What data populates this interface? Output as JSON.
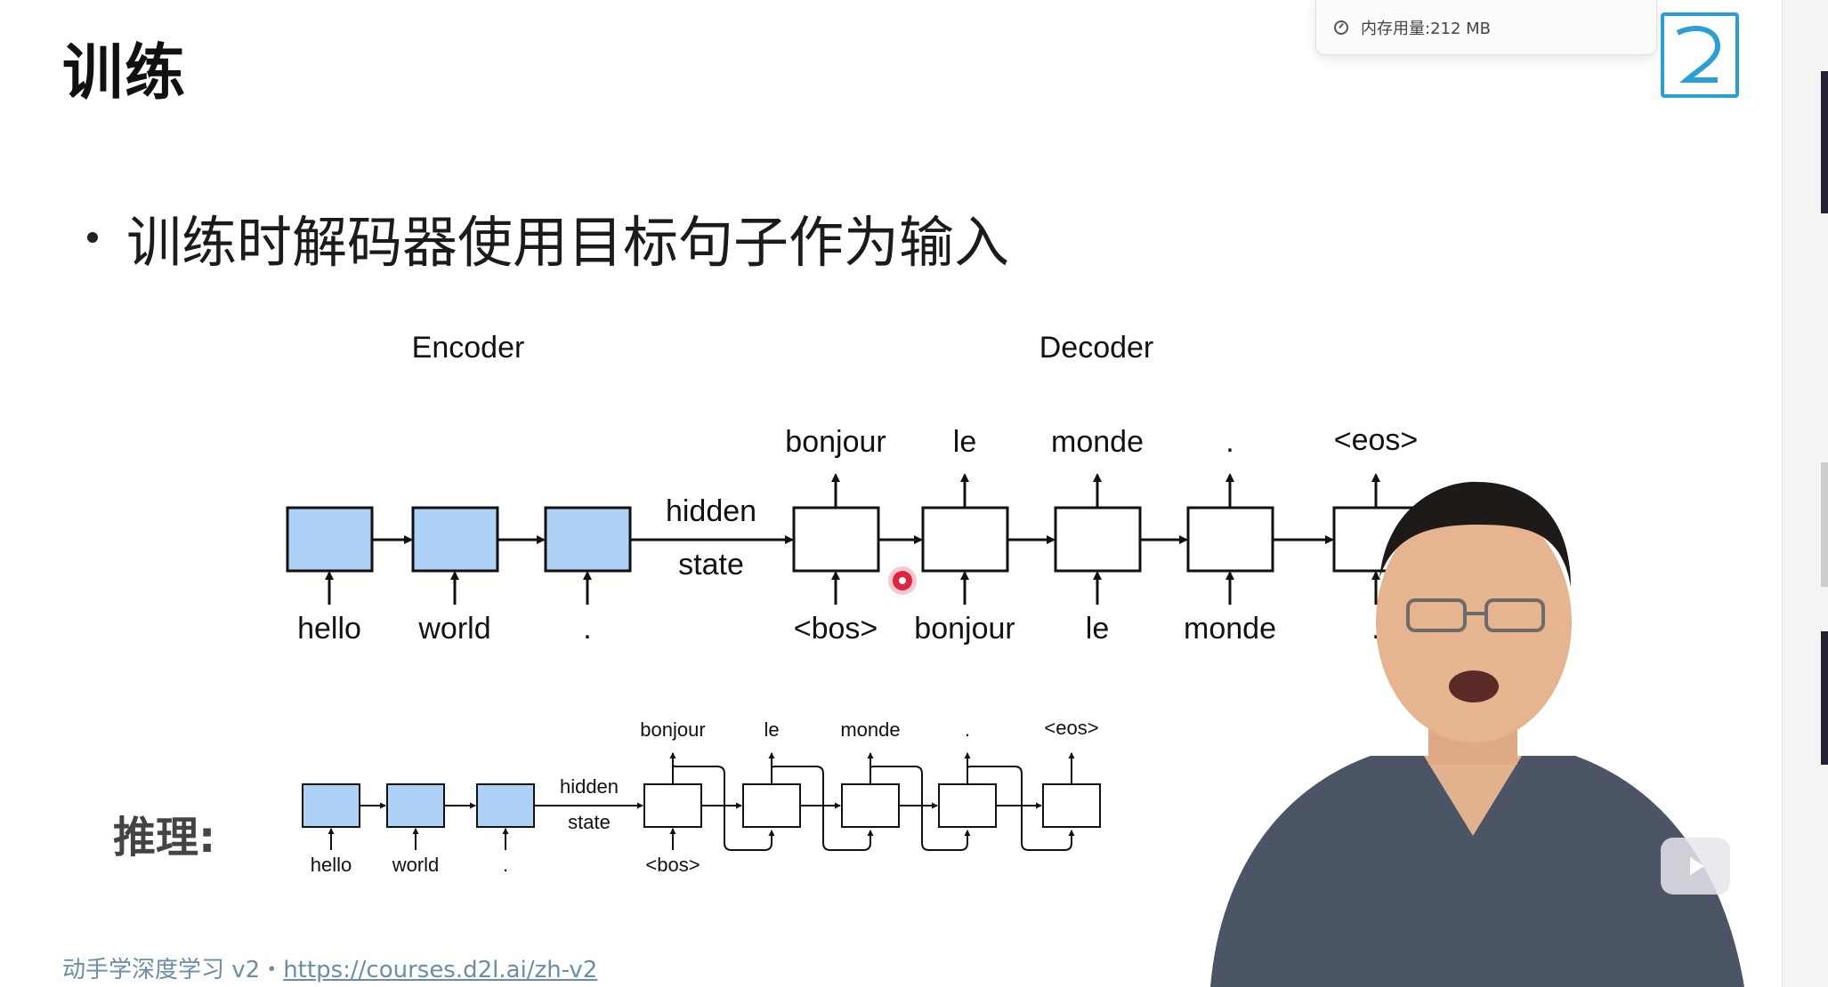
{
  "slide": {
    "title": "训练",
    "bullet": "训练时解码器使用目标句子作为输入",
    "inference_label": "推理:"
  },
  "training_diagram": {
    "encoder_label": "Encoder",
    "decoder_label": "Decoder",
    "encoder_inputs": [
      "hello",
      "world",
      "."
    ],
    "hidden_state": [
      "hidden",
      "state"
    ],
    "decoder_inputs": [
      "<bos>",
      "bonjour",
      "le",
      "monde",
      "."
    ],
    "decoder_outputs": [
      "bonjour",
      "le",
      "monde",
      ".",
      "<eos>"
    ]
  },
  "inference_diagram": {
    "encoder_inputs": [
      "hello",
      "world",
      "."
    ],
    "hidden_state": [
      "hidden",
      "state"
    ],
    "decoder_input": "<bos>",
    "decoder_outputs": [
      "bonjour",
      "le",
      "monde",
      ".",
      "<eos>"
    ]
  },
  "footer": {
    "course": "动手学深度学习 v2・",
    "link": "https://courses.d2l.ai/zh-v2"
  },
  "memory_popup": {
    "text": "内存用量:212 MB",
    "icon": "gauge-icon"
  },
  "colors": {
    "encoder_box": "#aed1f6",
    "decoder_box": "#ffffff",
    "footer_text": "#6a8ea8",
    "logo": "#2a9fd6"
  }
}
